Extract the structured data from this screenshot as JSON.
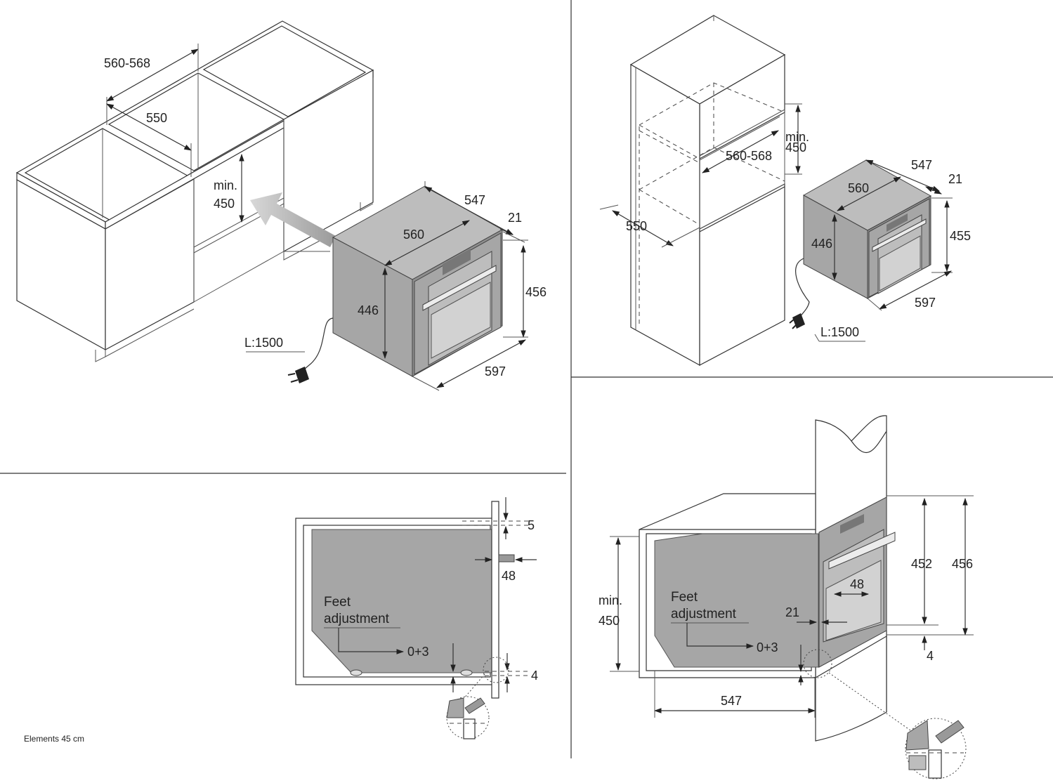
{
  "footer": {
    "series": "Elements 45 cm"
  },
  "panel_tl": {
    "width_range": "560-568",
    "depth": "550",
    "min_label": "min.",
    "min_height": "450",
    "oven_depth": "547",
    "front_offset": "21",
    "oven_inner_width": "560",
    "oven_height": "446",
    "front_height": "456",
    "front_width": "597",
    "cable": "L:1500"
  },
  "panel_tr": {
    "min_label": "min.",
    "min_height": "450",
    "width_range": "560-568",
    "depth": "550",
    "oven_depth": "547",
    "front_offset": "21",
    "oven_inner_width": "560",
    "oven_height": "446",
    "front_height": "455",
    "front_width": "597",
    "cable": "L:1500"
  },
  "panel_bl": {
    "gap_top": "5",
    "overhang": "48",
    "feet_label_1": "Feet",
    "feet_label_2": "adjustment",
    "feet_value": "0+3",
    "gap_bottom": "4"
  },
  "panel_br": {
    "feet_label_1": "Feet",
    "feet_label_2": "adjustment",
    "feet_value": "0+3",
    "min_label": "min.",
    "min_height": "450",
    "front_offset": "21",
    "overhang": "48",
    "height_a": "452",
    "height_b": "456",
    "gap": "4",
    "depth": "547"
  }
}
